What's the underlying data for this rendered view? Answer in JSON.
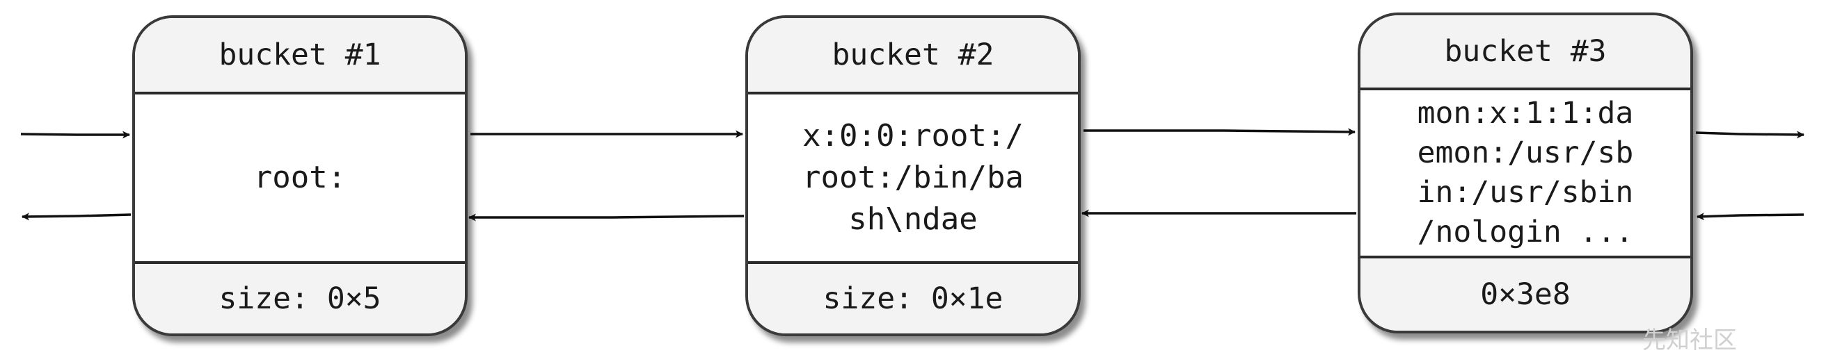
{
  "buckets": [
    {
      "header": "bucket #1",
      "body_lines": [
        "root:"
      ],
      "footer": "size: 0×5"
    },
    {
      "header": "bucket #2",
      "body_lines": [
        "x:0:0:root:/",
        "root:/bin/ba",
        "sh\\ndae"
      ],
      "footer": "size: 0×1e"
    },
    {
      "header": "bucket #3",
      "body_lines": [
        "mon:x:1:1:da",
        "emon:/usr/sb",
        "in:/usr/sbin",
        "/nologin ..."
      ],
      "footer": "0×3e8"
    }
  ],
  "watermark": "先知社区"
}
